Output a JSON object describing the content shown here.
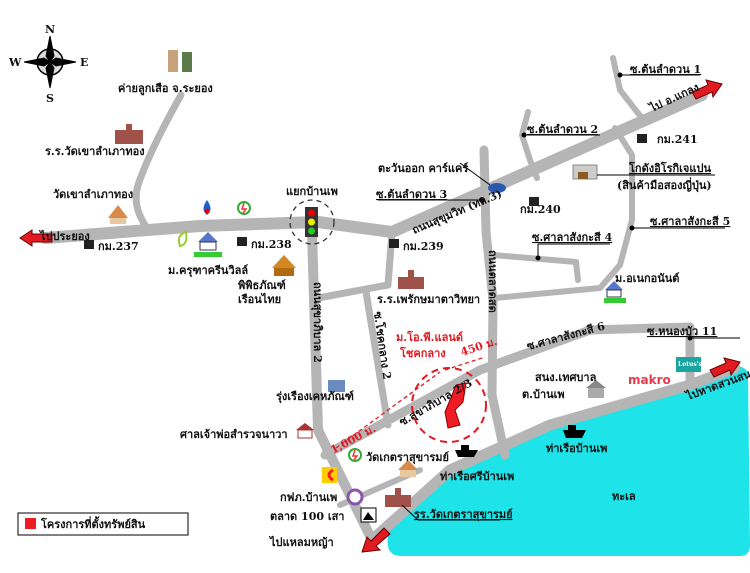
{
  "colors": {
    "road": "#b5b5b5",
    "sea": "#1ee3e8",
    "project": "#ee1c24",
    "arrow": "#e21b23",
    "label": "#111111",
    "distance": "#e21b23"
  },
  "compass": {
    "n": "N",
    "s": "S",
    "e": "E",
    "w": "W"
  },
  "roads": {
    "sukhumvit": "ถนนสุขุมวิท (ทล.3)",
    "sukhaphiban2": "ถนนสุขาภิบาล 2",
    "chokklang": "ซ.โชคกลาง 2",
    "taladsod": "ถนนตลาดสด",
    "sukhaphiban23": "ซ.สุขาภิบาล 2/3",
    "tonlamduan1": "ซ.ต้นลำดวน 1",
    "tonlamduan2": "ซ.ต้นลำดวน 2",
    "tonlamduan3": "ซ.ต้นลำดวน 3",
    "sala4": "ซ.ศาลาสังกะสี 4",
    "sala5": "ซ.ศาลาสังกะสี 5",
    "sala6": "ซ.ศาลาสังกะสี 6",
    "nongbua11": "ซ.หนองบัว 11"
  },
  "directions": {
    "rayong": "ไปประยอง",
    "klaeng": "ไป อ.แกลง",
    "hatsuanson": "ไปหาดสวนสน",
    "laemmaeya": "ไปแหลมหญ้า"
  },
  "km": {
    "k237": "กม.237",
    "k238": "กม.238",
    "k239": "กม.239",
    "k240": "กม.240",
    "k241": "กม.241"
  },
  "places": {
    "scoutcamp": "ค่ายลูกเสือ จ.ระยอง",
    "school_khaolam": "ร.ร.วัดเขาลำเภาทอง",
    "wat_khaolam": "วัดเขาลำเภาทอง",
    "junction": "แยกบ้านเพ",
    "greenville": "ม.ครุฑาครีนวิลล์",
    "museum": "พิพิธภัณฑ์\nเรือนไทย",
    "carcare": "ตะวันออก คาร์แคร์",
    "school_phe": "ร.ร.เพรักษมาตาวิทยา",
    "godown_line1": "โกดังอิโรกิเจแปน",
    "godown_line2": "(สินค้ามือสองญี่ปุ่น)",
    "anek": "ม.อเนกอนันต์",
    "project_line1": "ม.โอ.พี.แลนด์",
    "project_line2": "โชคกลาง",
    "rungruang": "รุ่งเรืองเคหภัณฑ์",
    "shrine": "ศาลเจ้าพ่อสำรวจนาวา",
    "wat_ket": "วัดเกตราสุขารมย์",
    "pea": "กฟภ.บ้านเพ",
    "market": "ตลาด 100 เสา",
    "school_ket": "รร.วัดเกตราสุขารมย์",
    "municipal_line1": "สนง.เทศบาล",
    "municipal_line2": "ต.บ้านเพ",
    "makro": "makro",
    "lotus": "Lotus's",
    "pier_sri": "ท่าเรือศรีบ้านเพ",
    "pier_phe": "ท่าเรือบ้านเพ",
    "sea": "ทะเล"
  },
  "distances": {
    "d1000": "1,000 ม.",
    "d450": "450 ม."
  },
  "legend": {
    "label": "โครงการที่ตั้งทรัพย์สิน"
  }
}
